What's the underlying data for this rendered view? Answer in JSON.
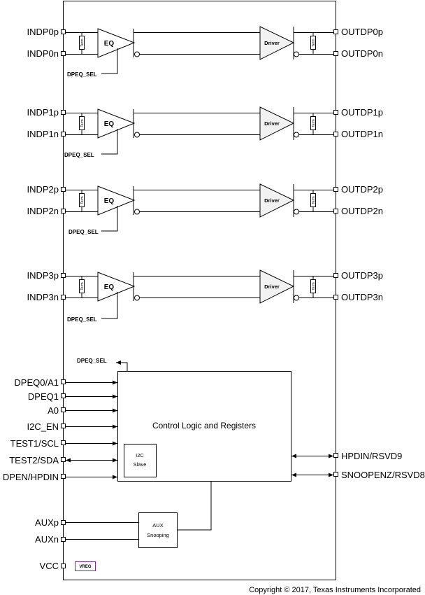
{
  "channels": [
    {
      "in_p": "INDP0p",
      "in_n": "INDP0n",
      "out_p": "OUTDP0p",
      "out_n": "OUTDP0n",
      "eq": "EQ",
      "driver": "Driver",
      "sel": "DPEQ_SEL",
      "term": "Term"
    },
    {
      "in_p": "INDP1p",
      "in_n": "INDP1n",
      "out_p": "OUTDP1p",
      "out_n": "OUTDP1n",
      "eq": "EQ",
      "driver": "Driver",
      "sel": "DPEQ_SEL",
      "term": "Term"
    },
    {
      "in_p": "INDP2p",
      "in_n": "INDP2n",
      "out_p": "OUTDP2p",
      "out_n": "OUTDP2n",
      "eq": "EQ",
      "driver": "Driver",
      "sel": "DPEQ_SEL",
      "term": "Term"
    },
    {
      "in_p": "INDP3p",
      "in_n": "INDP3n",
      "out_p": "OUTDP3p",
      "out_n": "OUTDP3n",
      "eq": "EQ",
      "driver": "Driver",
      "sel": "DPEQ_SEL",
      "term": "Term"
    }
  ],
  "control": {
    "sel_out": "DPEQ_SEL",
    "title": "Control Logic and Registers",
    "i2c_line1": "I2C",
    "i2c_line2": "Slave",
    "left_pins": [
      "DPEQ0/A1",
      "DPEQ1",
      "A0",
      "I2C_EN",
      "TEST1/SCL",
      "TEST2/SDA",
      "DPEN/HPDIN"
    ],
    "right_pins": [
      "HPDIN/RSVD9",
      "SNOOPENZ/RSVD8"
    ]
  },
  "aux": {
    "pin_p": "AUXp",
    "pin_n": "AUXn",
    "line1": "AUX",
    "line2": "Snooping"
  },
  "power": {
    "pin": "VCC",
    "vreg": "VREG",
    "vreg_color": "#7a2a8a"
  },
  "copyright": "Copyright © 2017, Texas Instruments Incorporated"
}
